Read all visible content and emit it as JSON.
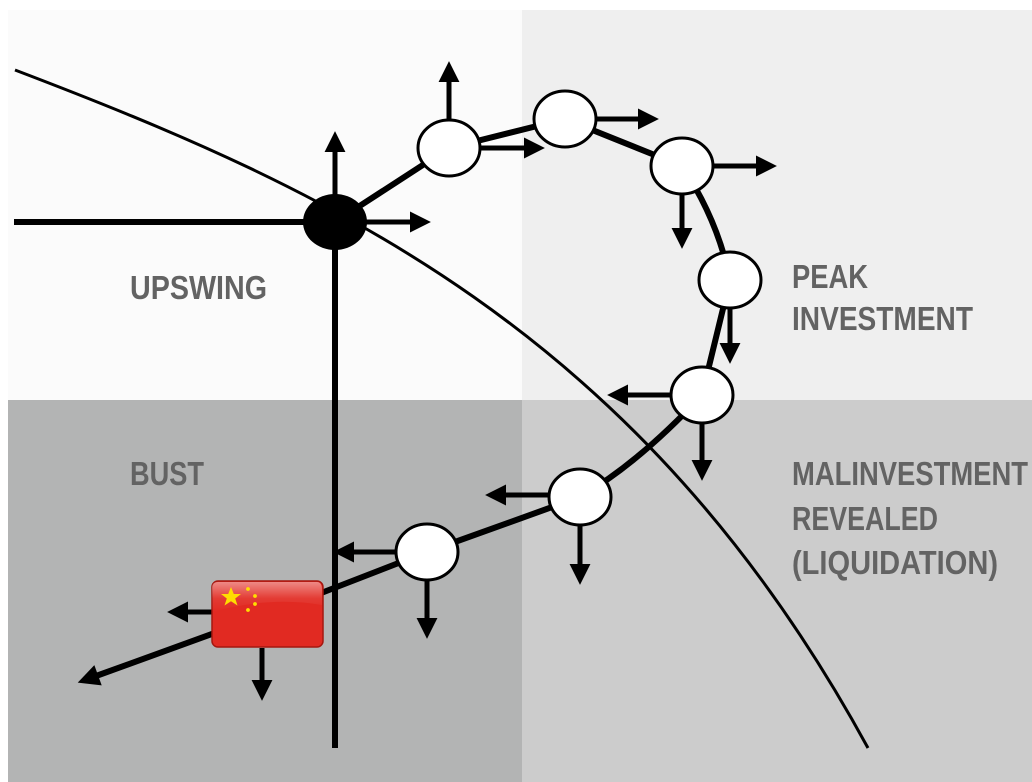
{
  "quadrants": {
    "upswing": {
      "lines": [
        "UPSWING"
      ],
      "color": "#fbfbfb"
    },
    "peak": {
      "lines": [
        "PEAK",
        "INVESTMENT"
      ],
      "color": "#efefef"
    },
    "bust": {
      "lines": [
        "BUST"
      ],
      "color": "#b3b4b4"
    },
    "malinvestment": {
      "lines": [
        "MALINVESTMENT",
        "REVEALED",
        "(LIQUIDATION)"
      ],
      "color": "#cccccc"
    }
  },
  "colors": {
    "line": "#000000",
    "label_text": "#636363",
    "marker_fill": "#ffffff",
    "flag_red": "#e12a22",
    "flag_star": "#ffde00"
  },
  "markers": {
    "equilibrium_point": "filled-black-ellipse",
    "cycle_stages": "hollow-ellipse",
    "current_position": "china-flag-icon"
  }
}
